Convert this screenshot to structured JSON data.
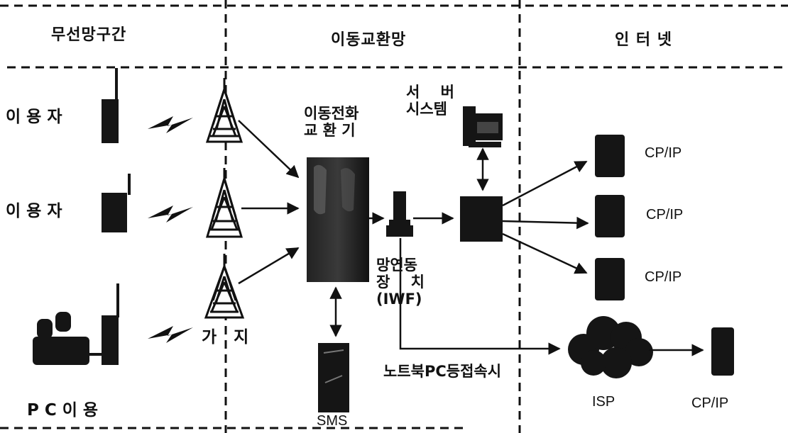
{
  "sections": {
    "wireless": "무선망구간",
    "mobile": "이동교환망",
    "internet": "인 터 넷"
  },
  "users": [
    {
      "label": "이 용 자"
    },
    {
      "label": "이 용 자"
    },
    {
      "label": "P C 이 용"
    }
  ],
  "base_station_label": "가   지",
  "msc_label": "이동전화\n교 환 기",
  "server_label": "서    버\n시스템",
  "iwf_label": "망연동\n장    치\n(IWF)",
  "sms_label": "SMS",
  "notebook_label": "노트북PC등접속시",
  "isp_label": "ISP",
  "cp_ip_labels": [
    "CP/IP",
    "CP/IP",
    "CP/IP",
    "CP/IP"
  ],
  "colors": {
    "ink": "#111111",
    "device": "#151515",
    "background": "#ffffff"
  }
}
